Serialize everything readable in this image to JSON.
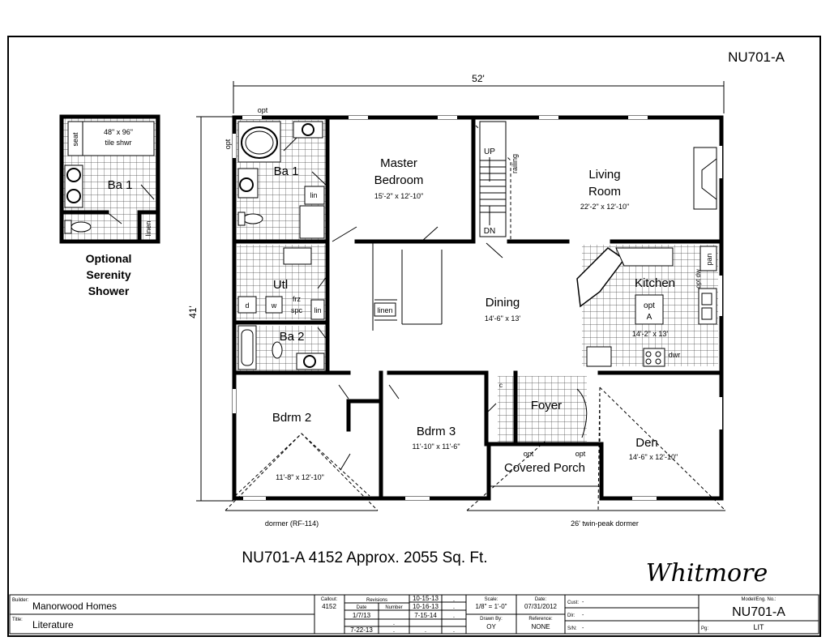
{
  "sheet_id": "NU701-A",
  "model_line": "NU701-A 4152  Approx. 2055 Sq. Ft.",
  "model_name": "Whitmore",
  "dimensions": {
    "width": "52'",
    "depth": "41'"
  },
  "option_box": {
    "title": "Optional Serenity Shower",
    "title_lines": [
      "Optional",
      "Serenity",
      "Shower"
    ],
    "shower_size": "48\" x 96\"",
    "shower_type": "tile shwr",
    "seat": "seat",
    "room": "Ba 1",
    "linen": "linen"
  },
  "rooms": {
    "master": {
      "name_lines": [
        "Master",
        "Bedroom"
      ],
      "size": "15'-2\" x 12'-10\""
    },
    "living": {
      "name_lines": [
        "Living",
        "Room"
      ],
      "size": "22'-2\" x 12'-10\""
    },
    "ba1": {
      "name": "Ba 1",
      "lin": "lin"
    },
    "utl": {
      "name": "Utl",
      "frz": "frz",
      "spc": "spc",
      "lin": "lin",
      "d": "d",
      "w": "w"
    },
    "ba2": {
      "name": "Ba 2"
    },
    "dining": {
      "name": "Dining",
      "size": "14'-6\" x 13'"
    },
    "kitchen": {
      "name": "Kitchen",
      "size": "14'-2\" x 13'",
      "island_opt": "opt",
      "island_a": "A",
      "dwr": "dwr",
      "pan": "pan",
      "opt_dw": "opt dw"
    },
    "bdrm2": {
      "name": "Bdrm 2",
      "size": "11'-8\" x 12'-10\""
    },
    "bdrm3": {
      "name": "Bdrm 3",
      "size": "11'-10\" x 11'-6\""
    },
    "foyer": {
      "name": "Foyer"
    },
    "porch": {
      "name": "Covered Porch",
      "opt_left": "opt",
      "opt_right": "opt"
    },
    "den": {
      "name": "Den",
      "size": "14'-6\" x 12'-10\""
    },
    "stairs": {
      "up": "UP",
      "dn": "DN",
      "railing": "railing"
    },
    "linen": "linen",
    "opt_top": "opt",
    "opt_side": "opt",
    "coat": "c"
  },
  "notes": {
    "dormer_left": "dormer (RF-114)",
    "dormer_right": "26' twin-peak dormer"
  },
  "title_block": {
    "builder_label": "Builder:",
    "builder": "Manorwood Homes",
    "title_label": "Title:",
    "title": "Literature",
    "callout_label": "Callout:",
    "callout": "4152",
    "revisions_label": "Revisions",
    "date_label": "Date",
    "number_label": "Number",
    "rev_dates": [
      "1/7/13",
      "7-22-13"
    ],
    "rev_numbers": [
      ".",
      "."
    ],
    "rev_col3": [
      "10-15-13",
      "10-16-13",
      "7-15-14",
      "."
    ],
    "rev_col4": [
      ".",
      ".",
      ".",
      "."
    ],
    "scale_label": "Scale:",
    "scale": "1/8\" = 1'-0\"",
    "drawn_label": "Drawn By:",
    "drawn": "OY",
    "date_h_label": "Date:",
    "date": "07/31/2012",
    "reference_label": "Reference:",
    "reference": "NONE",
    "cust_label": "Cust:",
    "cust": "-",
    "dlr_label": "Dlr:",
    "dlr": "-",
    "sn_label": "S/N:",
    "sn": "-",
    "model_label": "Model/Eng. No.:",
    "model_no": "NU701-A",
    "pg_label": "Pg:",
    "pg": "LIT"
  }
}
